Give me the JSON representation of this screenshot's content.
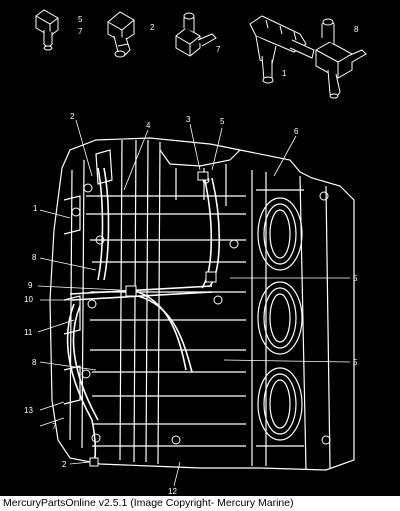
{
  "diagram": {
    "callouts": [
      "5",
      "7",
      "2",
      "7",
      "1",
      "8",
      "2",
      "4",
      "3",
      "5",
      "6",
      "1",
      "8",
      "9",
      "10",
      "5",
      "11",
      "8",
      "5",
      "13",
      "7",
      "2",
      "12"
    ]
  },
  "footer": {
    "text": "MercuryPartsOnline v2.5.1 (Image Copyright- Mercury Marine)"
  },
  "colors": {
    "background": "#000000",
    "linework": "#ffffff",
    "footer_background": "#ffffff"
  }
}
